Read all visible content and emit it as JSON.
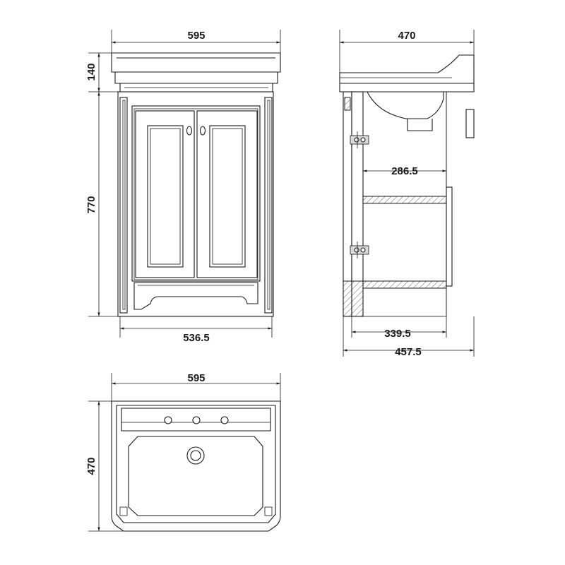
{
  "front_view": {
    "width_label": "595",
    "basin_height_label": "140",
    "cabinet_height_label": "770",
    "cabinet_width_label": "536.5"
  },
  "side_view": {
    "depth_label": "470",
    "inner_depth_label": "286.5",
    "cabinet_depth_label": "339.5",
    "overall_depth_label": "457.5"
  },
  "top_view": {
    "width_label": "595",
    "depth_label": "470"
  }
}
